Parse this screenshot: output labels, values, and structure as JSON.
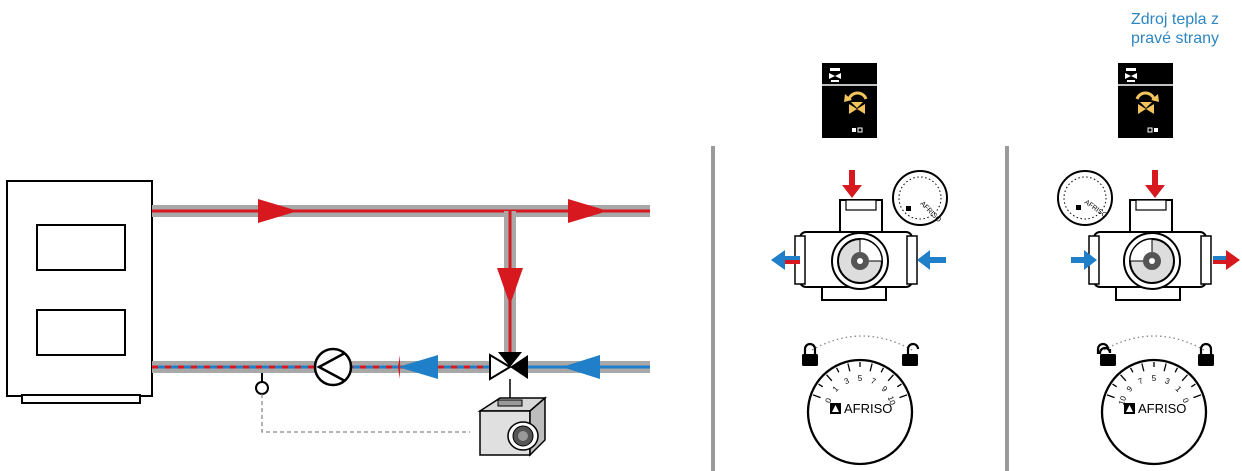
{
  "caption": {
    "line1": "Zdroj tepla z",
    "line2": "pravé strany"
  },
  "brand": "AFRISO",
  "colors": {
    "hot": "#d7191f",
    "cold": "#1f7fc8",
    "pipe": "#a8a8a8",
    "screen": "#000000",
    "icon": "#f3c45c",
    "divider": "#9a9a9a"
  },
  "left_panel": {
    "dial_scale": [
      "0",
      "1",
      "3",
      "5",
      "7",
      "9",
      "10"
    ],
    "lock": "locked",
    "unlock_side": "right"
  },
  "right_panel": {
    "dial_scale": [
      "10",
      "9",
      "7",
      "5",
      "3",
      "1",
      "0"
    ],
    "lock": "locked",
    "unlock_side": "left"
  }
}
